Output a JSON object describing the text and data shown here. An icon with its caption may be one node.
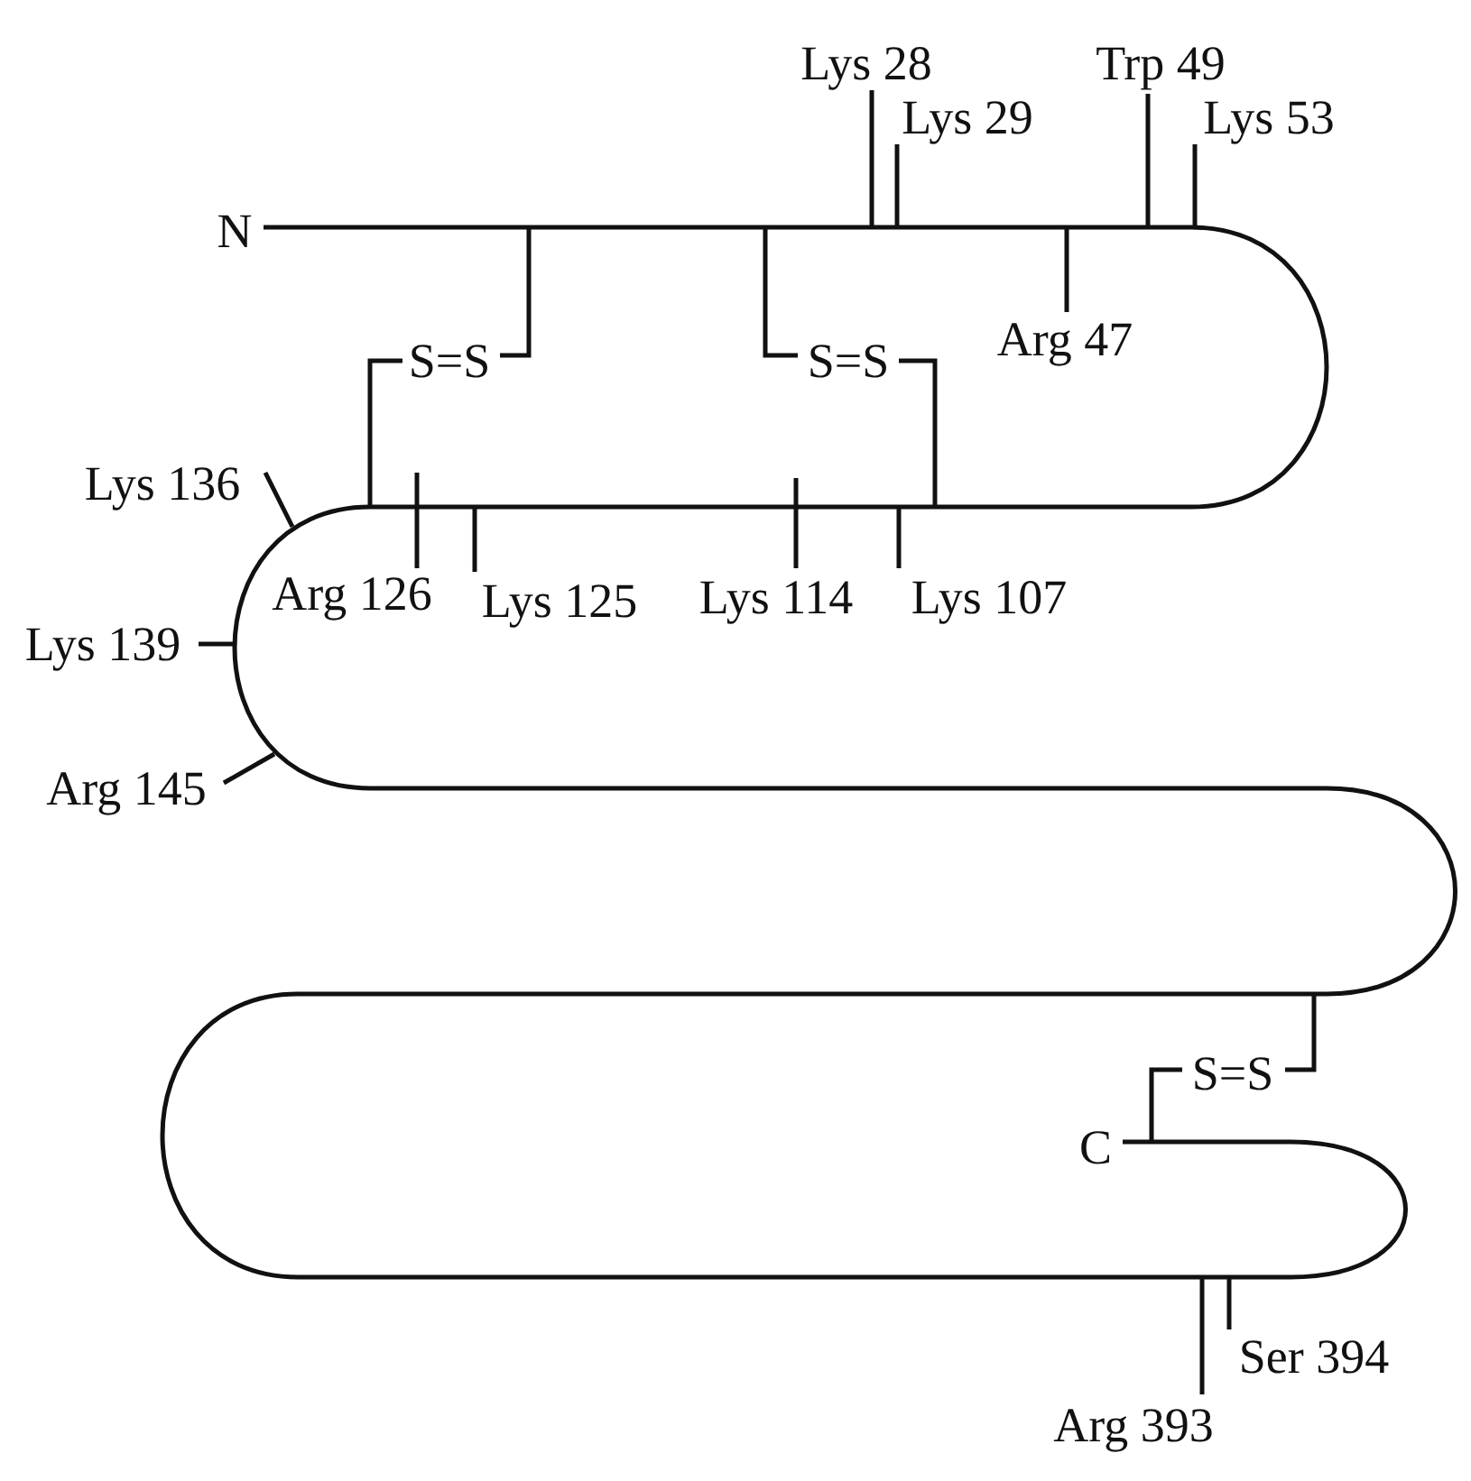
{
  "diagram": {
    "nodes": [
      {
        "text": [
          "Lys 28"
        ]
      },
      {
        "text": [
          "Trp 49"
        ]
      },
      {
        "text": [
          "Lys 29"
        ]
      },
      {
        "text": [
          "Lys 53"
        ]
      },
      {
        "text": [
          "N"
        ]
      },
      {
        "text": [
          "Arg 47"
        ]
      },
      {
        "text": [
          "S=S"
        ]
      },
      {
        "text": [
          "S=S"
        ]
      },
      {
        "text": [
          "Lys 136"
        ]
      },
      {
        "text": [
          "Arg 126"
        ]
      },
      {
        "text": [
          "Lys 125"
        ]
      },
      {
        "text": [
          "Lys 114"
        ]
      },
      {
        "text": [
          "Lys 107"
        ]
      },
      {
        "text": [
          "Lys 139"
        ]
      },
      {
        "text": [
          "Arg 145"
        ]
      },
      {
        "text": [
          "S=S"
        ]
      },
      {
        "text": [
          "C"
        ]
      },
      {
        "text": [
          "Ser 394"
        ]
      },
      {
        "text": [
          "Arg 393"
        ]
      }
    ],
    "edges": [
      {
        "from": 4,
        "to": 16,
        "arrow": "none"
      },
      {
        "from": 0,
        "to": null,
        "arrow": "none"
      },
      {
        "from": 1,
        "to": null,
        "arrow": "none"
      },
      {
        "from": 2,
        "to": null,
        "arrow": "none"
      },
      {
        "from": 3,
        "to": null,
        "arrow": "none"
      },
      {
        "from": 5,
        "to": null,
        "arrow": "none"
      },
      {
        "from": 8,
        "to": null,
        "arrow": "none"
      },
      {
        "from": 9,
        "to": null,
        "arrow": "none"
      },
      {
        "from": 10,
        "to": null,
        "arrow": "none"
      },
      {
        "from": 11,
        "to": null,
        "arrow": "none"
      },
      {
        "from": 12,
        "to": null,
        "arrow": "none"
      },
      {
        "from": 13,
        "to": null,
        "arrow": "none"
      },
      {
        "from": 14,
        "to": null,
        "arrow": "none"
      },
      {
        "from": 17,
        "to": null,
        "arrow": "none"
      },
      {
        "from": 18,
        "to": null,
        "arrow": "none"
      },
      {
        "from": 6,
        "to": null,
        "arrow": "none"
      },
      {
        "from": 6,
        "to": null,
        "arrow": "none"
      },
      {
        "from": 7,
        "to": null,
        "arrow": "none"
      },
      {
        "from": 7,
        "to": null,
        "arrow": "none"
      },
      {
        "from": 15,
        "to": null,
        "arrow": "none"
      },
      {
        "from": 15,
        "to": null,
        "arrow": "none"
      }
    ]
  }
}
